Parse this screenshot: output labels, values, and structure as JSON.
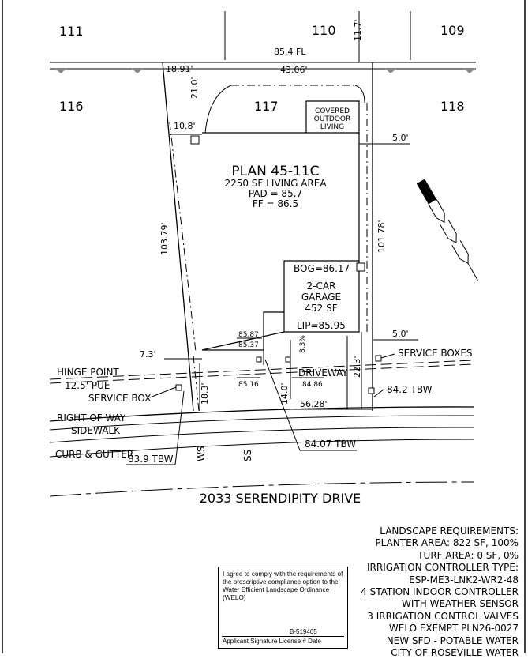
{
  "lots": {
    "l111": "111",
    "l110": "110",
    "l109": "109",
    "l116": "116",
    "l117": "117",
    "l118": "118"
  },
  "dims": {
    "d1891": "18.91'",
    "fl": "85.4 FL",
    "d4306": "43.06'",
    "d117": "11.7'",
    "d210": "21.0'",
    "d108": "10.8'",
    "d50a": "5.0'",
    "d10379": "103.79'",
    "d10178": "101.78'",
    "d73": "7.3'",
    "d50b": "5.0'",
    "d183": "18.3'",
    "d140": "14.0'",
    "d223": "22.3'",
    "d5628": "56.28'",
    "d83": "8.3%"
  },
  "covered": [
    "COVERED",
    "OUTDOOR",
    "LIVING"
  ],
  "plan": {
    "name": "PLAN 45-11C",
    "area": "2250 SF LIVING AREA",
    "pad": "PAD = 85.7",
    "ff": "FF = 86.5"
  },
  "garage": {
    "bog": "BOG=86.17",
    "l1": "2-CAR",
    "l2": "GARAGE",
    "l3": "452 SF",
    "lip": "LIP=85.95"
  },
  "elev": {
    "e8587": "85.87",
    "e8537": "85.37",
    "e8516": "85.16",
    "e8486": "84.86",
    "tbw842": "84.2 TBW",
    "tbw8407": "84.07 TBW",
    "tbw839": "83.9 TBW"
  },
  "labels": {
    "hinge": "HINGE POINT",
    "pue": "12.5' PUE",
    "sbox": "SERVICE BOX",
    "sboxes": "SERVICE BOXES",
    "driveway": "DRIVEWAY",
    "row": "RIGHT OF WAY",
    "sidewalk": "SIDEWALK",
    "curb": "CURB & GUTTER",
    "ws": "WS",
    "ss": "SS",
    "street": "2033 SERENDIPITY DRIVE"
  },
  "notes": [
    "LANDSCAPE REQUIREMENTS:",
    "PLANTER AREA: 822 SF, 100%",
    "TURF AREA: 0 SF, 0%",
    "IRRIGATION CONTROLLER TYPE:",
    "ESP-ME3-LNK2-WR2-48",
    "4 STATION INDOOR CONTROLLER",
    "WITH WEATHER SENSOR",
    "3 IRRIGATION CONTROL VALVES",
    "WELO EXEMPT PLN26-0027",
    "NEW SFD - POTABLE WATER",
    "CITY OF ROSEVILLE WATER"
  ],
  "signature": {
    "text": "I agree to comply with the requirements of the prescriptive compliance option to the Water Efficient Landscape Ordinance (WELO)",
    "license": "B-519465",
    "labels": "Applicant Signature  License #    Date"
  }
}
